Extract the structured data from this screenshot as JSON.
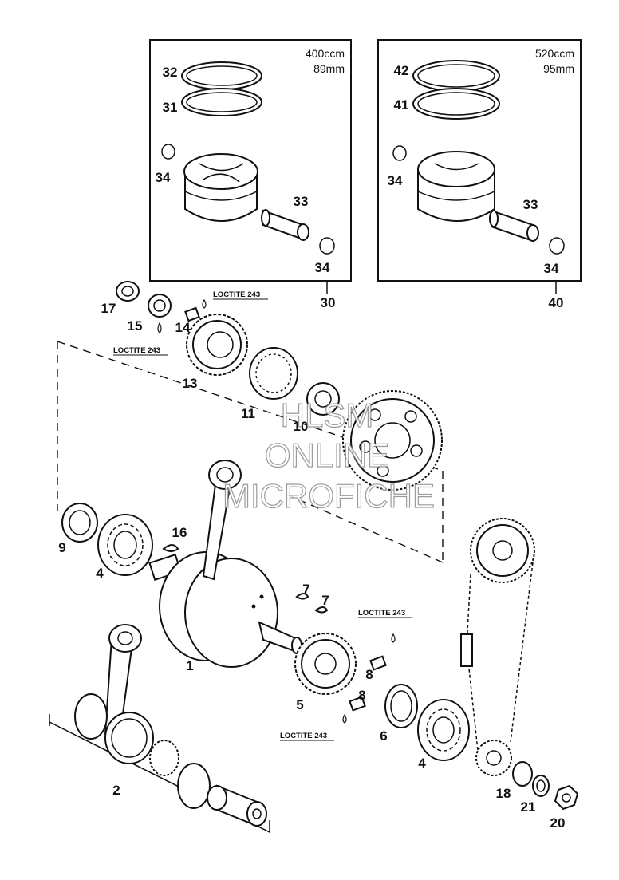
{
  "callouts": {
    "c1": "1",
    "c2": "2",
    "c4a": "4",
    "c4b": "4",
    "c5": "5",
    "c6": "6",
    "c7a": "7",
    "c7b": "7",
    "c8a": "8",
    "c8b": "8",
    "c9": "9",
    "c10": "10",
    "c11": "11",
    "c13": "13",
    "c14": "14",
    "c15": "15",
    "c16": "16",
    "c17": "17",
    "c18": "18",
    "c20": "20",
    "c21": "21",
    "c30": "30",
    "c31": "31",
    "c32": "32",
    "c33a": "33",
    "c33b": "33",
    "c34a": "34",
    "c34b": "34",
    "c34c": "34",
    "c34d": "34",
    "c40": "40",
    "c41": "41",
    "c42": "42"
  },
  "notes": {
    "n1": "LOCTITE 243",
    "n2": "LOCTITE 243",
    "n3": "LOCTITE 243",
    "n4": "LOCTITE 243"
  },
  "boxes": {
    "left": {
      "cc": "400ccm",
      "bore": "89mm"
    },
    "right": {
      "cc": "520ccm",
      "bore": "95mm"
    }
  },
  "watermark": {
    "line1": "HLSM",
    "line2": "ONLINE",
    "line3": "MICROFICHE"
  }
}
